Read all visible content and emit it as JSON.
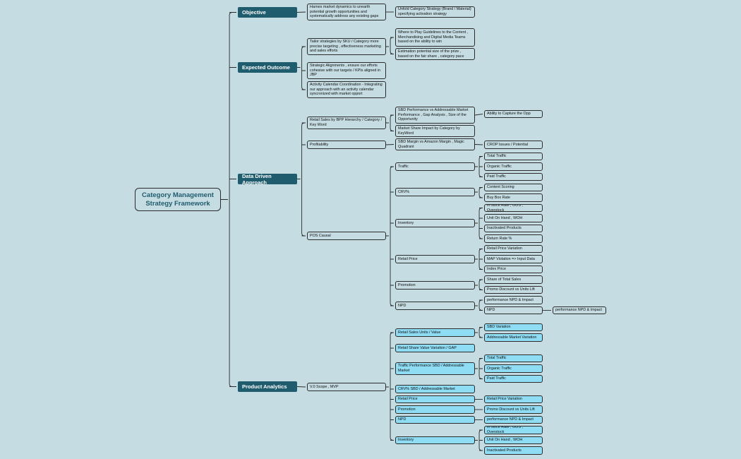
{
  "root": "Category Management Strategy Framework",
  "main": {
    "objective": "Objective",
    "expected_outcome": "Expected Outcome",
    "data_driven": "Data Driven Approach",
    "product_analytics": "Product Analytics"
  },
  "objective": {
    "harness": "Harnes market dynamics to unearth potential growth opportunities and systematically address any existing gaps",
    "unfold": "Unfold Category Strategy (Brand / Material) specifying activation strategy"
  },
  "outcome": {
    "tailor": "Tailor strategies by SKU / Category more precise targeting , effectiveness marketing and sales efforts",
    "where": "Where to Play Guidelines to the Content , Merchandising and Digital Media Teams based on the ability to win",
    "estimation": "Estimation potential size of the prize , based on the fair share , category pace",
    "strategic": "Strategic Alignments , ensure our efforts cohesive with our targets / KPIs aligned in JBP",
    "calendar": "Activity Calendar Coordination - Integrating our approach with an activity calendar syncronized with market opport"
  },
  "ddriven": {
    "retail_sales": "Retail Sales by BPP Hierarchy / Category / Key Word",
    "sbd_perf": "SBD Performance vs Addressable Market Performance , Gap Analysis , Size of the Opportunity",
    "ability": "Ability to Capture the Opp",
    "share_impact": "Market Share Impact by Category by KeyWord",
    "profitability": "Profitability",
    "sbd_margin": "SBD Margin vs Amazon Margin , Magic Quadrant",
    "crop": "CROP Issues / Potential",
    "pos_causal": "POS Causal",
    "traffic": "Traffic",
    "total_traffic": "Total Traffic",
    "organic_traffic": "Organic Traffic",
    "paid_traffic": "Paid Traffic",
    "crv": "CRV%",
    "content_scoring": "Content Scoring",
    "buy_box": "Buy Box Rate",
    "inventory": "Inventory",
    "instock": "In stock Rate , OOS , Overstock",
    "unit_on_hand": "Unit On Hand , WOH",
    "inactivated": "Inactivated Products",
    "return_rate": "Return Rate %",
    "retail_price": "Retail Price",
    "rp_variation": "Retail Price Variation",
    "map_violation": "MAP Violation => Input Data",
    "index_price": "Index Price",
    "promotion": "Promotion",
    "share_total_sales": "Share of Total Sales",
    "promo_discount": "Promo Discount  vs Units Lift",
    "npd": "NPD",
    "perf_npd": "performance NPD & Impact",
    "npd2": "NPD",
    "perf_npd2": "performance NPD & Impact"
  },
  "panalytics": {
    "v0": "V.0 Scope , MVP",
    "retail_sales_units": "Retail Sales Units / Value",
    "sbd_variation": "SBD Variation",
    "am_variation": "Addressable Market Variation",
    "share_value": "Retail Share Value Variation / GAP",
    "traffic_perf": "Traffic Performance SBD / Addressable Market",
    "total_traffic": "Total Traffic",
    "organic_traffic": "Organic Traffic",
    "paid_traffic": "Paid Traffic",
    "crv": "CRV% SBD / Addressable Market",
    "retail_price": "Retail Price",
    "rp_variation": "Retail Price Variation",
    "promotion": "Promotion",
    "promo_discount": "Promo Discount  vs Units Lift",
    "npd": "NPD",
    "perf_npd": "performance NPD & Impact",
    "inventory": "Inventory",
    "instock": "In stock Rate , OOS , Overstock",
    "unit_on_hand": "Unit On Hand , WOH",
    "inactivated": "Inactivated Products"
  }
}
